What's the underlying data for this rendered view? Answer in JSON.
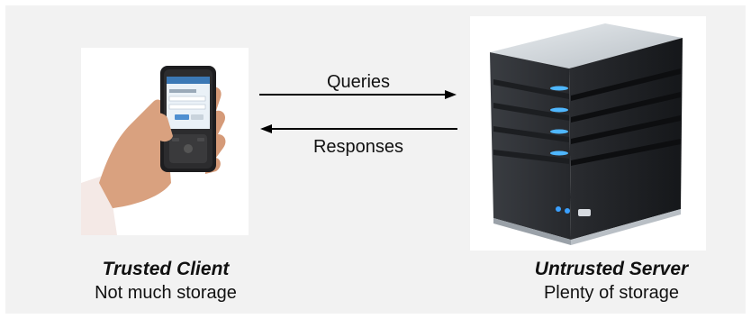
{
  "diagram": {
    "arrows": {
      "queries_label": "Queries",
      "responses_label": "Responses"
    },
    "client": {
      "title": "Trusted Client",
      "subtitle": "Not much storage",
      "icon": "phone-in-hand-icon"
    },
    "server": {
      "title": "Untrusted Server",
      "subtitle": "Plenty of storage",
      "icon": "server-tower-icon"
    }
  }
}
